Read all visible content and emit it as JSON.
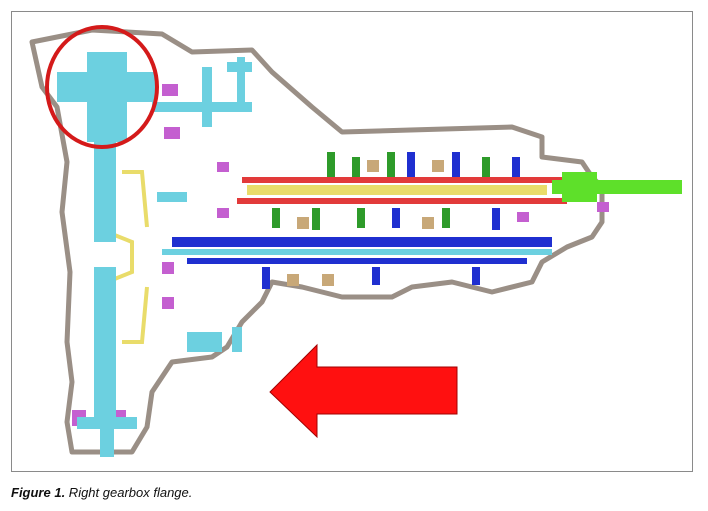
{
  "figure": {
    "label": "Figure 1.",
    "text": " Right gearbox flange."
  },
  "colors": {
    "housing": "#9a8f86",
    "housing_fill": "#ffffff",
    "cyan": "#6cd0e0",
    "blue": "#1f2fd0",
    "green": "#2e9b2a",
    "red": "#e23a3a",
    "yellow": "#e9dc6a",
    "magenta": "#c45fd0",
    "lime": "#5ee02a",
    "tan": "#c8a878",
    "arrow": "#ff1010",
    "highlight_circle": "#d41a1a"
  },
  "annotations": {
    "highlight": "circle around right gearbox flange",
    "arrow_direction": "left"
  }
}
